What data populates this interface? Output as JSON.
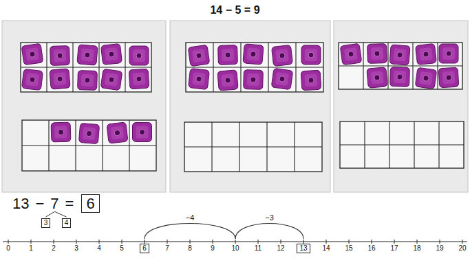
{
  "diagram": {
    "title": "14 − 5 = 9",
    "nodes": [
      {
        "text": [
          "6"
        ]
      },
      {
        "text": [
          "3"
        ]
      },
      {
        "text": [
          "4"
        ]
      },
      {
        "text": [
          "6"
        ]
      },
      {
        "text": [
          "13"
        ]
      }
    ],
    "labels": [
      "13",
      "−",
      "7",
      "=",
      "−4",
      "−3",
      "0",
      "1",
      "2",
      "3",
      "4",
      "5",
      "7",
      "8",
      "9",
      "10",
      "11",
      "12",
      "14",
      "15",
      "16",
      "17",
      "18",
      "19",
      "20"
    ]
  }
}
